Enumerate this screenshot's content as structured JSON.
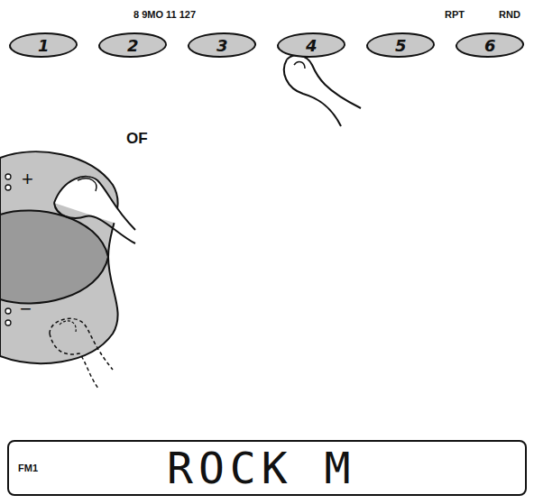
{
  "diagram": {
    "nodes": [
      {
        "text": [
          "1"
        ]
      },
      {
        "text": [
          "2"
        ]
      },
      {
        "text": [
          "3"
        ]
      },
      {
        "text": [
          "4"
        ]
      },
      {
        "text": [
          "5"
        ]
      },
      {
        "text": [
          "6"
        ]
      },
      {
        "text": [
          "FM1",
          "ROCK M"
        ]
      }
    ],
    "labels": [
      "8 9MO 11 127",
      "RPT",
      "RND",
      "OF",
      "+",
      "−"
    ]
  }
}
